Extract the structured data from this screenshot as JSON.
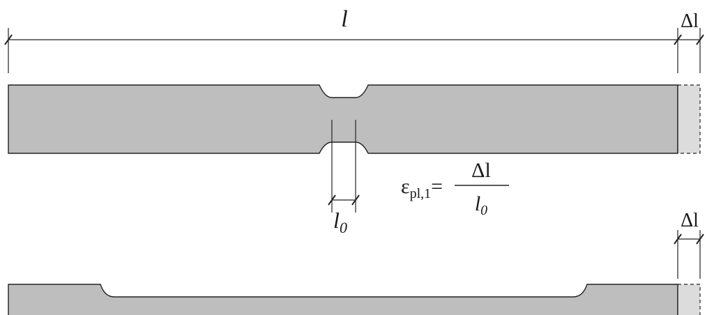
{
  "labels": {
    "total_length": "l",
    "elongation_top": "Δl",
    "elongation_bottom": "Δl",
    "gauge_length_main": "l",
    "gauge_length_sub": "0"
  },
  "formula": {
    "epsilon": "ε",
    "subscript": "pl,1",
    "equals": "=",
    "numerator": "Δl",
    "denominator_main": "l",
    "denominator_sub": "0"
  },
  "colors": {
    "specimen_fill": "#bebebf",
    "extension_fill": "#dcdcdd",
    "stroke": "#222222"
  }
}
